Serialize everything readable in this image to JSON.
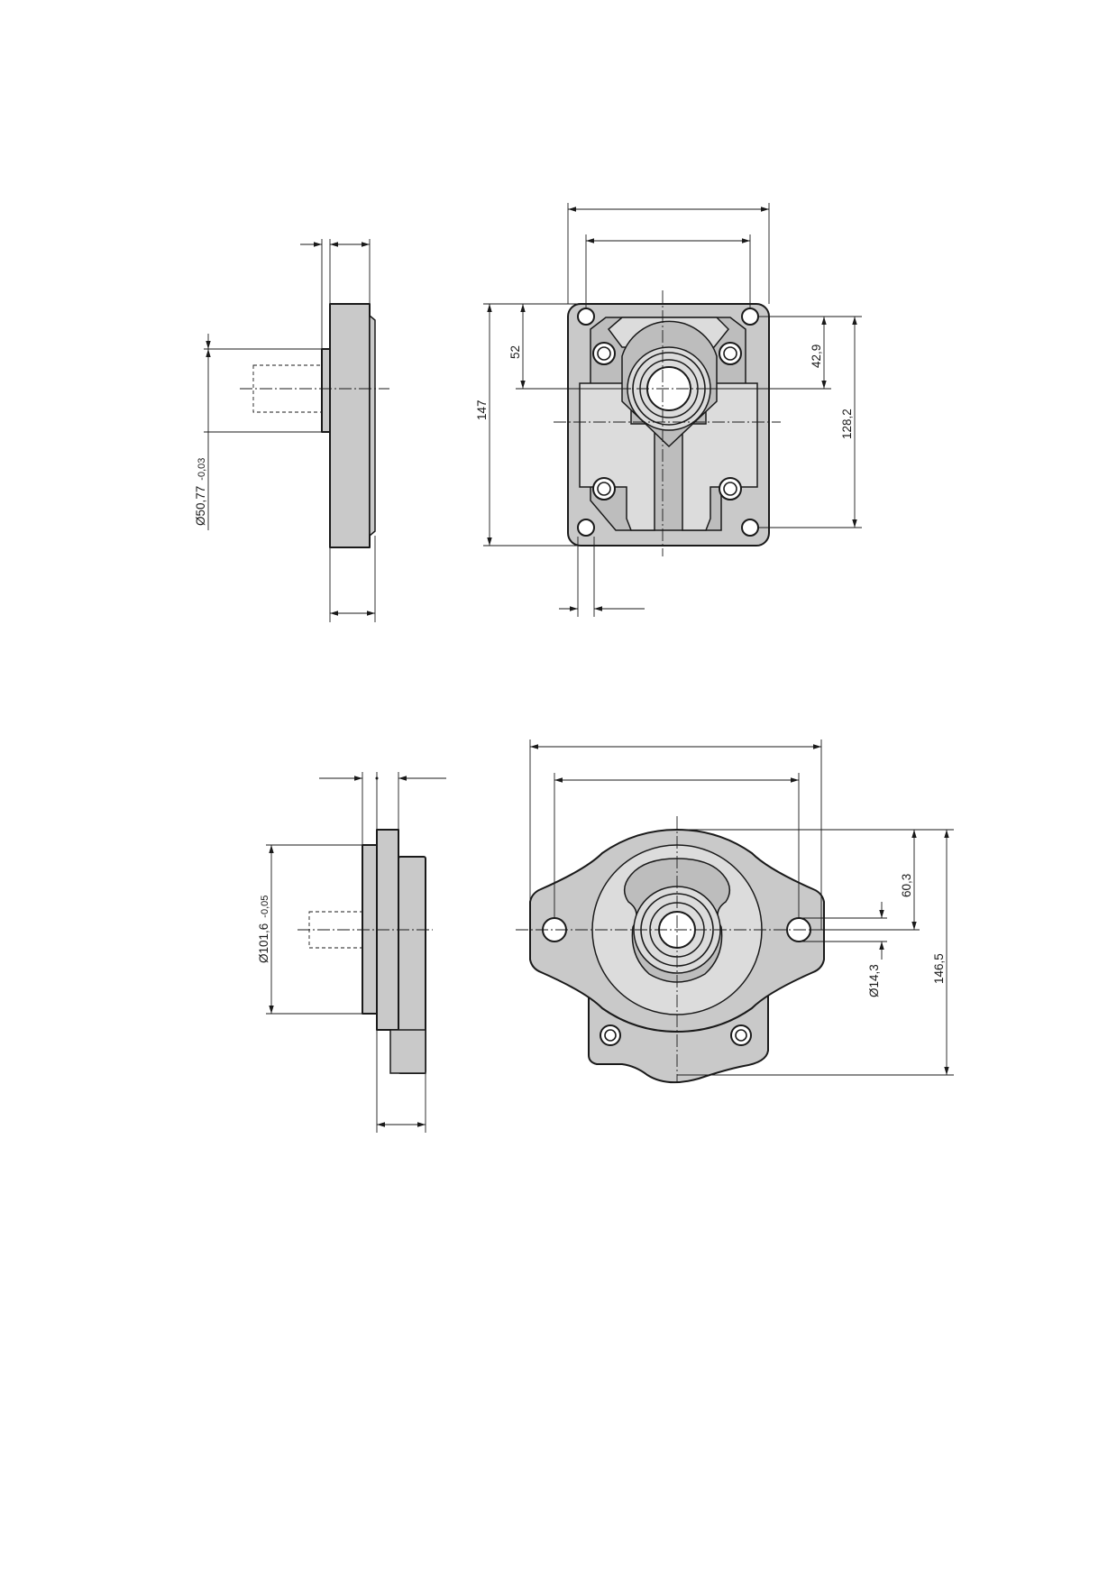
{
  "drawing": {
    "top_side_view": {
      "shaft_diameter": "Ø50,77",
      "shaft_tolerance": "-0,03"
    },
    "top_front_view": {
      "height_label": "147",
      "offset_label": "52",
      "upper_hole_label": "42,9",
      "hole_spacing_label": "128,2"
    },
    "bottom_side_view": {
      "pilot_diameter": "Ø101,6",
      "pilot_tolerance": "-0,05"
    },
    "bottom_front_view": {
      "center_height_label": "60,3",
      "hole_diameter_label": "Ø14,3",
      "total_height_label": "146,5"
    }
  },
  "colors": {
    "body_fill": "#c9c9c9",
    "line": "#1a1a1a",
    "background": "#ffffff"
  }
}
